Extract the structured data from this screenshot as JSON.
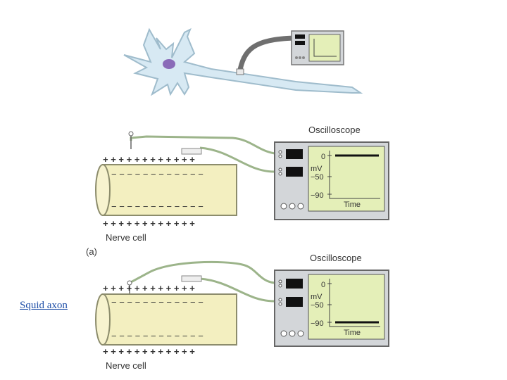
{
  "colors": {
    "neuron_fill": "#d7e9f3",
    "neuron_stroke": "#9fbccc",
    "nucleus": "#8a6bb8",
    "cable": "#6f6f6f",
    "wire_green": "#9cb48a",
    "cell_fill": "#f3efc0",
    "cell_stroke": "#8c8c6c",
    "scope_body": "#d3d6d9",
    "screen": "#e4efb8",
    "trace": "#111111",
    "link": "#1f4fa8"
  },
  "panel_a": {
    "scope_title": "Oscilloscope",
    "cell_label": "Nerve cell",
    "panel_label": "(a)",
    "tick_0": "0",
    "unit": "mV",
    "tick_50": "−50",
    "tick_90": "−90",
    "x_label": "Time",
    "trace_level_mv": 0,
    "membrane_top": "+ + + + + + + + + + + +",
    "inside_top": "− − − − − − − − − − − −",
    "inside_bottom": "− − − − − − − − − − − −",
    "membrane_bottom": "+ + + + + + + + + + + +"
  },
  "panel_b": {
    "scope_title": "Oscilloscope",
    "cell_label": "Nerve cell",
    "tick_0": "0",
    "unit": "mV",
    "tick_50": "−50",
    "tick_90": "−90",
    "x_label": "Time",
    "trace_level_mv": -90,
    "membrane_top": "+ + + + + + + + + + + +",
    "inside_top": "− − − − − − − − − − − −",
    "inside_bottom": "− − − − − − − − − − − −",
    "membrane_bottom": "+ + + + + + + + + + + +"
  },
  "link_text": "Squid axon"
}
